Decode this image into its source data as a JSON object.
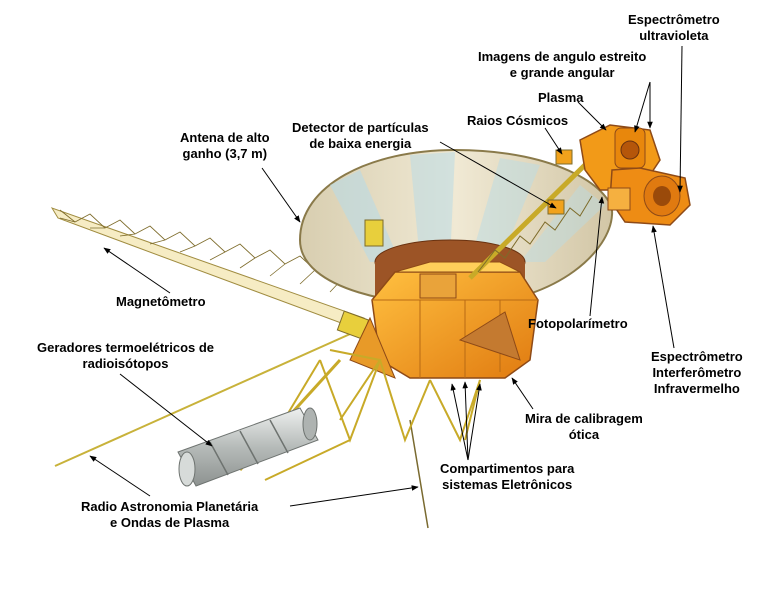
{
  "labels": {
    "uv_spectrometer": "Espectrômetro\nultravioleta",
    "imaging": "Imagens de angulo estreito\ne grande angular",
    "plasma": "Plasma",
    "cosmic_rays": "Raios Cósmicos",
    "low_energy_detector": "Detector de partículas\nde baixa energia",
    "high_gain_antenna": "Antena de alto\nganho (3,7 m)",
    "magnetometer": "Magnetômetro",
    "photopolarimeter": "Fotopolarímetro",
    "rtg": "Geradores termoelétricos de\nradioisótopos",
    "ir_spectrometer": "Espectrômetro\nInterferômetro\nInfravermelho",
    "calibration_target": "Mira de calibragem\nótica",
    "electronics_bays": "Compartimentos para\nsistemas Eletrônicos",
    "radio_astronomy": "Radio Astronomia Planetária\ne Ondas de Plasma"
  },
  "colors": {
    "dish_fill": "#e6dcc0",
    "dish_ray": "#b9dbe6",
    "bus_orange": "#f29a18",
    "bus_dark": "#8e4a17",
    "truss_yellow": "#e8cf3c",
    "rtg_silver": "#c8ccca",
    "leader_line": "#000000"
  }
}
